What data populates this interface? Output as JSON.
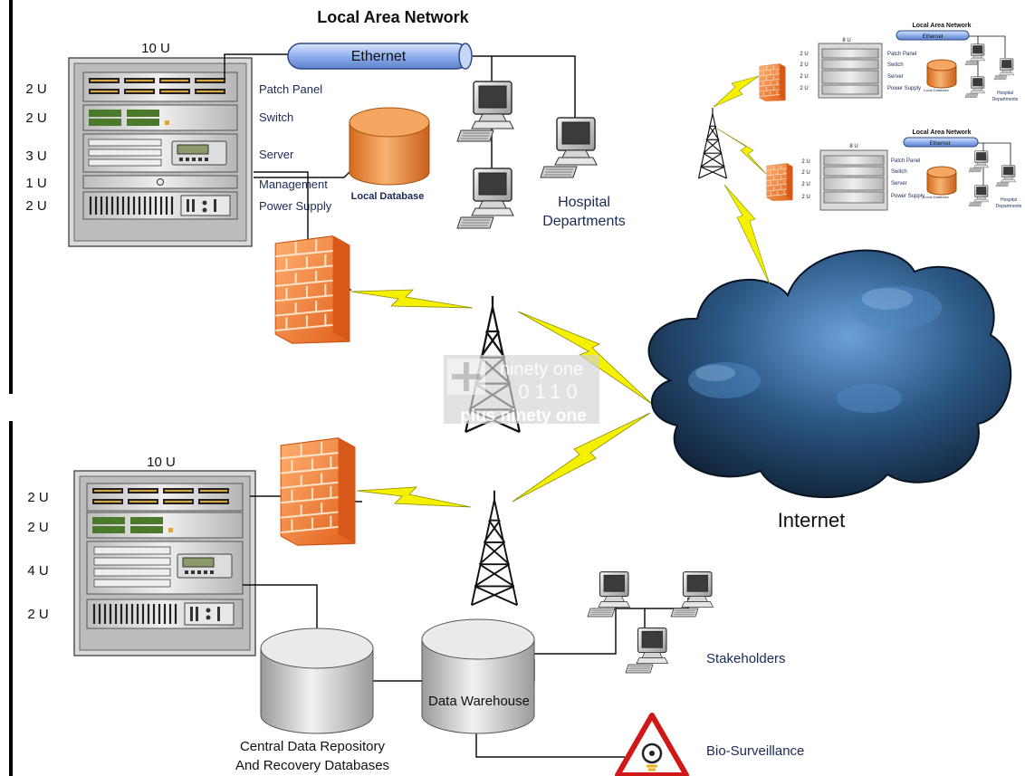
{
  "lan_title": "Local Area Network",
  "top_rack": {
    "units_label": "10 U",
    "unit_labels": [
      "2 U",
      "2 U",
      "3 U",
      "1 U",
      "2 U"
    ],
    "component_labels": [
      "Patch Panel",
      "Switch",
      "Server",
      "Management",
      "Power Supply"
    ]
  },
  "ethernet_label": "Ethernet",
  "local_database_label": "Local Database",
  "hospital_departments_label": [
    "Hospital",
    "Departments"
  ],
  "bottom_rack": {
    "units_label": "10 U",
    "unit_labels": [
      "2 U",
      "2 U",
      "4 U",
      "2 U"
    ]
  },
  "internet_label": "Internet",
  "data_warehouse_label": "Data Warehouse",
  "central_repo_label": [
    "Central Data Repository",
    "And Recovery Databases"
  ],
  "stakeholders_label": "Stakeholders",
  "bio_surveillance_label": "Bio-Surveillance",
  "watermark": [
    "ninety one",
    "0110",
    "plus ninety one"
  ],
  "mini_lan_1": {
    "title": "Local Area Network",
    "units_label": "8 U",
    "unit_labels": [
      "2 U",
      "2 U",
      "2 U",
      "2 U"
    ],
    "component_labels": [
      "Patch Panel",
      "Switch",
      "Server",
      "Power Supply"
    ],
    "ethernet_label": "Ethernet",
    "database_label": "Local Database",
    "departments_label": [
      "Hospital",
      "Departments"
    ]
  },
  "mini_lan_2": {
    "title": "Local Area Network",
    "units_label": "8 U",
    "unit_labels": [
      "2 U",
      "2 U",
      "2 U",
      "2 U"
    ],
    "component_labels": [
      "Patch Panel",
      "Switch",
      "Server",
      "Power Supply"
    ],
    "ethernet_label": "Ethernet",
    "database_label": "Local Database",
    "departments_label": [
      "Hospital",
      "Departments"
    ]
  },
  "colors": {
    "firewall": "#f07a2e",
    "lightning": "#f4f000",
    "cloud_dark": "#0c1a2c",
    "cloud_light": "#5a8fc4",
    "database_orange": "#e88a3c",
    "text_navy": "#1a2a55"
  }
}
